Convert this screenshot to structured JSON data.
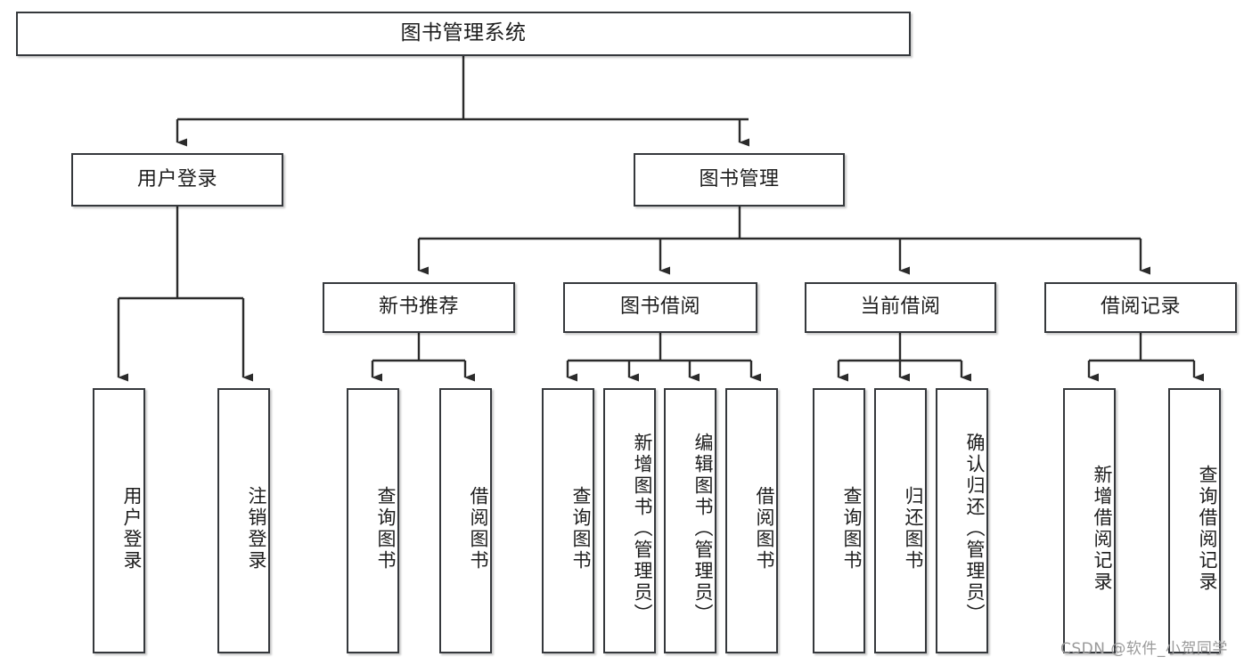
{
  "diagram": {
    "title": "图书管理系统",
    "type": "tree",
    "watermark": "CSDN @软件_小贺同学",
    "colors": {
      "border": "#35383c",
      "background": "#ffffff",
      "text": "#1d1d1d",
      "connector": "#2b2b2b",
      "watermark": "#9a9a9a"
    },
    "root": {
      "label": "图书管理系统"
    },
    "level2": [
      {
        "label": "用户登录"
      },
      {
        "label": "图书管理"
      }
    ],
    "level3": [
      {
        "label": "新书推荐"
      },
      {
        "label": "图书借阅"
      },
      {
        "label": "当前借阅"
      },
      {
        "label": "借阅记录"
      }
    ],
    "leaves": {
      "user_login": [
        {
          "label": "用户登录"
        },
        {
          "label": "注销登录"
        }
      ],
      "new_book": [
        {
          "label": "查询图书"
        },
        {
          "label": "借阅图书"
        }
      ],
      "borrow": [
        {
          "label": "查询图书"
        },
        {
          "label": "新增图书（管理员）"
        },
        {
          "label": "编辑图书（管理员）"
        },
        {
          "label": "借阅图书"
        }
      ],
      "current": [
        {
          "label": "查询图书"
        },
        {
          "label": "归还图书"
        },
        {
          "label": "确认归还（管理员）"
        }
      ],
      "records": [
        {
          "label": "新增借阅记录"
        },
        {
          "label": "查询借阅记录"
        }
      ]
    }
  }
}
